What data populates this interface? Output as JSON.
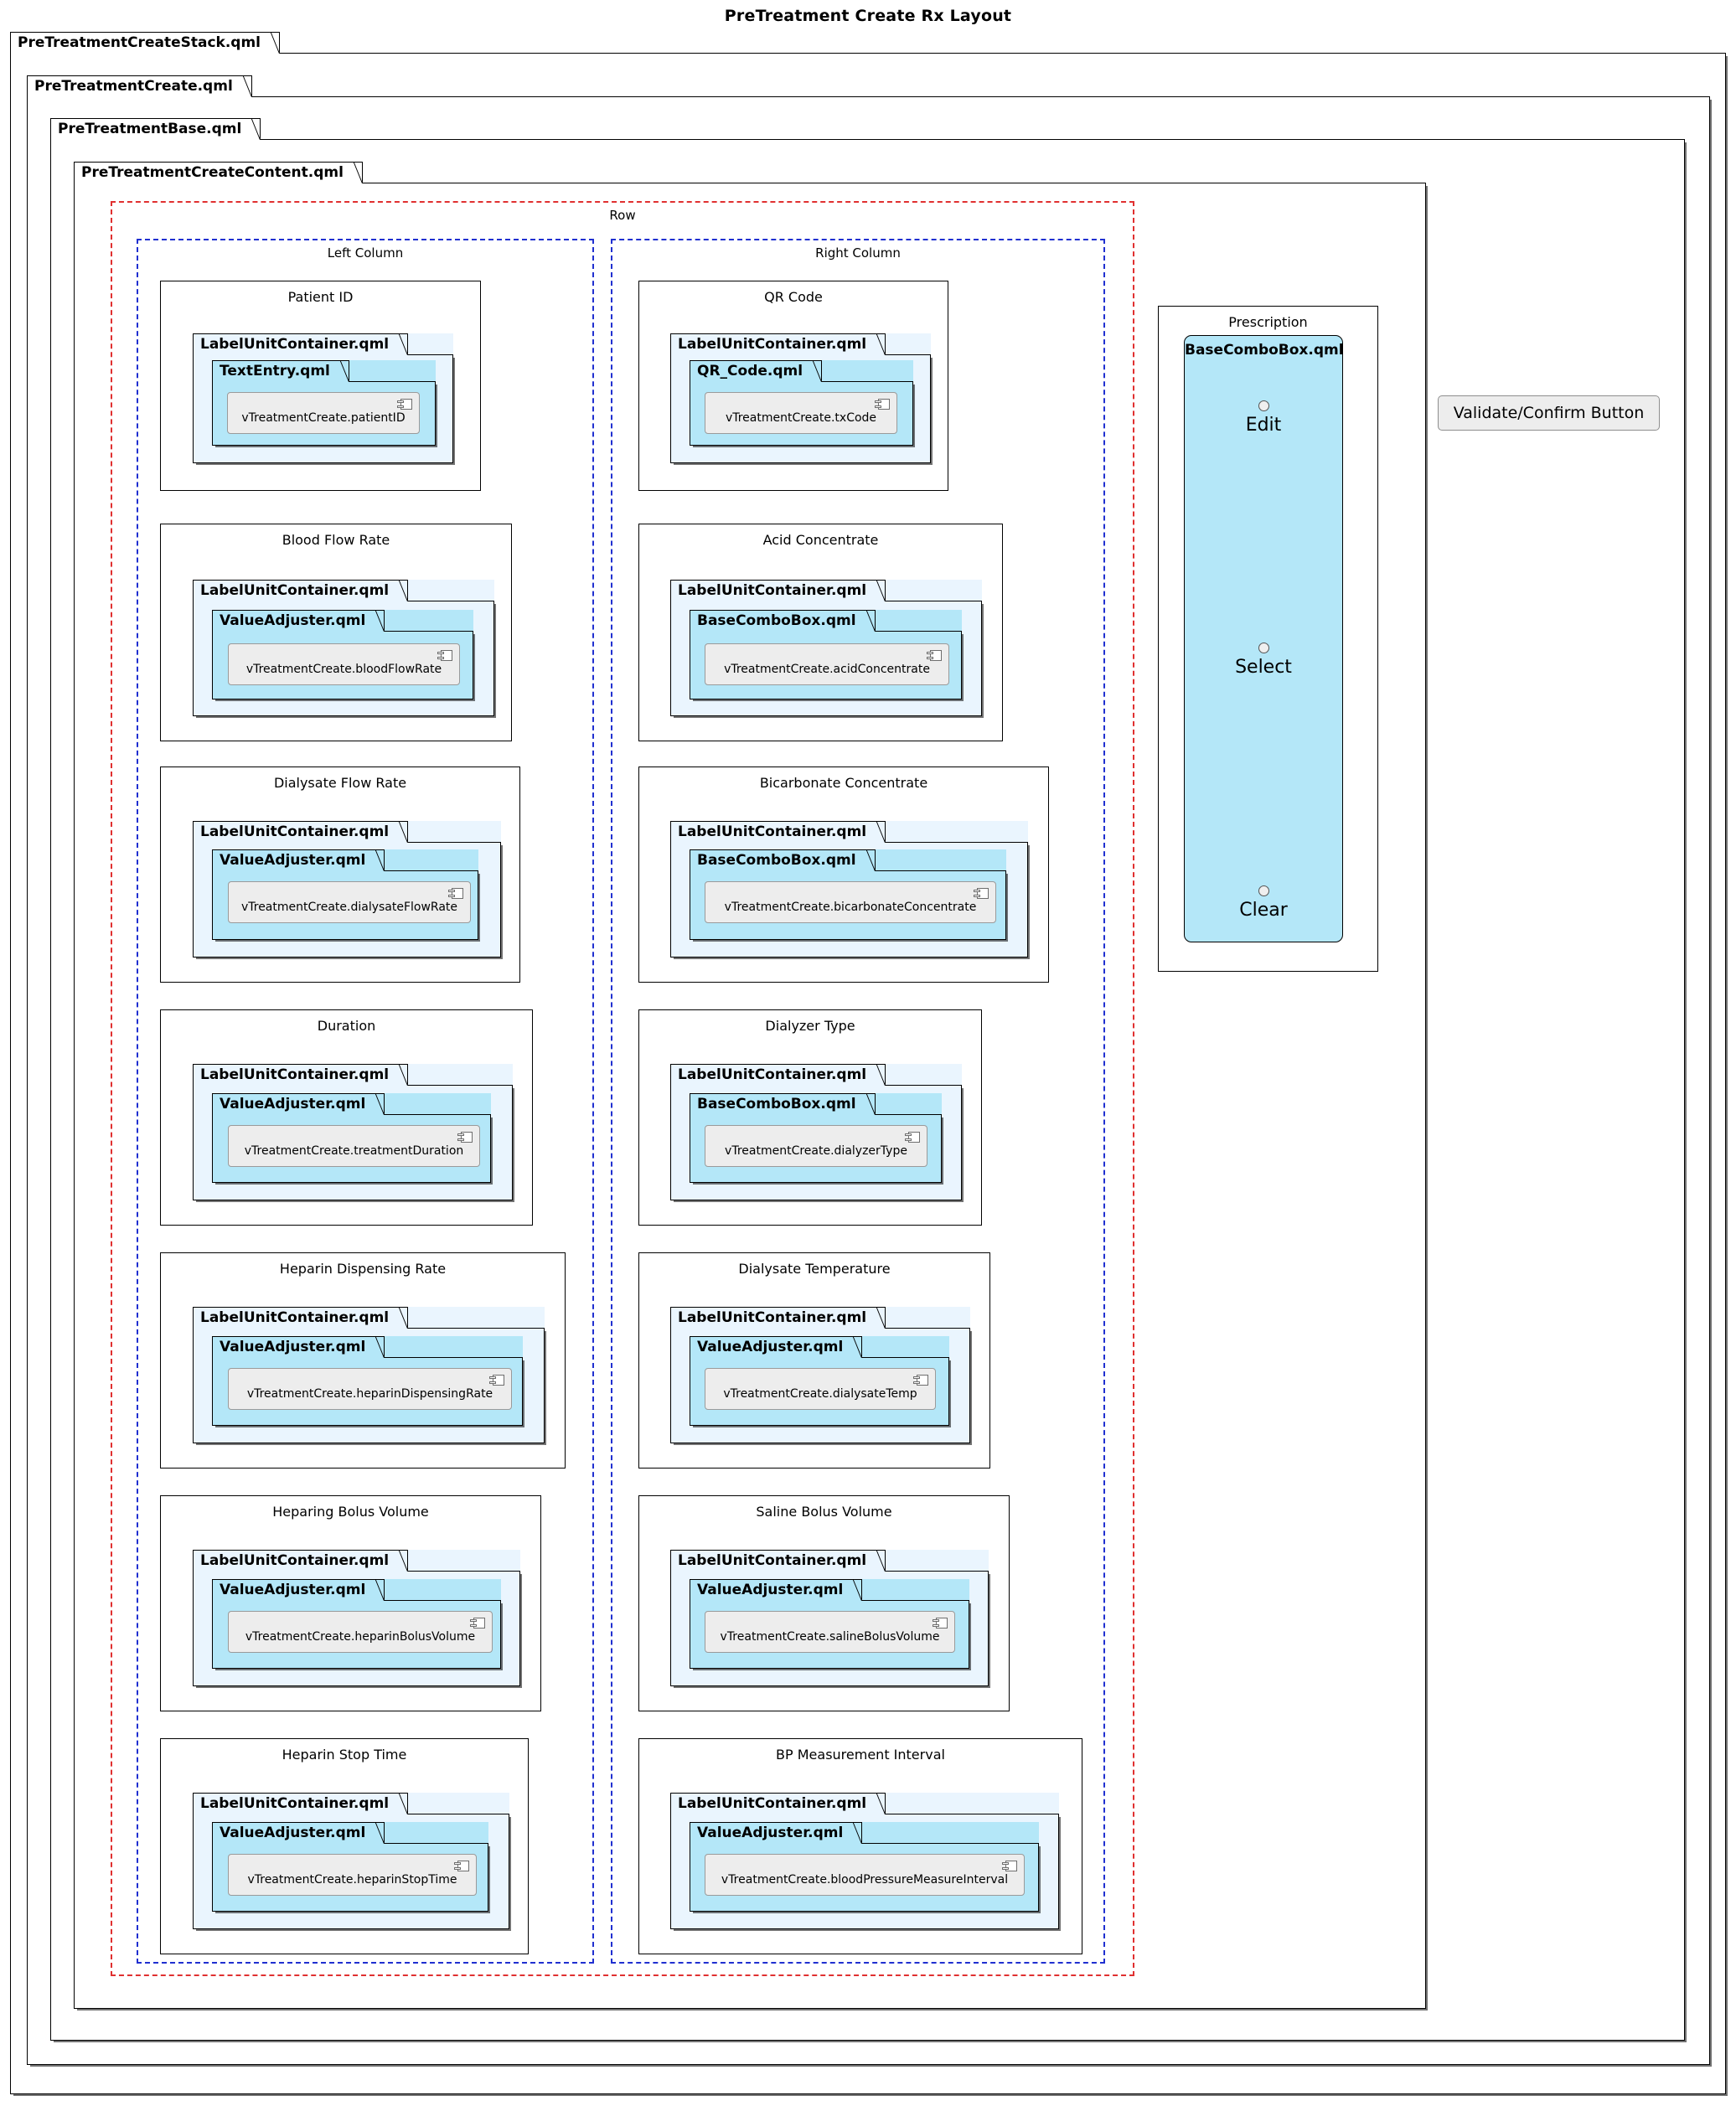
{
  "diagram": {
    "title": "PreTreatment Create Rx Layout"
  },
  "packages": {
    "stack": "PreTreatmentCreateStack.qml",
    "create": "PreTreatmentCreate.qml",
    "base": "PreTreatmentBase.qml",
    "content": "PreTreatmentCreateContent.qml"
  },
  "groups": {
    "row": "Row",
    "left_column": "Left Column",
    "right_column": "Right Column"
  },
  "common": {
    "label_unit_container": "LabelUnitContainer.qml",
    "value_adjuster": "ValueAdjuster.qml",
    "base_combo_box": "BaseComboBox.qml",
    "text_entry": "TextEntry.qml",
    "qr_code_qml": "QR_Code.qml"
  },
  "left_column_fields": [
    {
      "title": "Patient ID",
      "outer": "LabelUnitContainer.qml",
      "inner": "TextEntry.qml",
      "component": "vTreatmentCreate.patientID"
    },
    {
      "title": "Blood Flow Rate",
      "outer": "LabelUnitContainer.qml",
      "inner": "ValueAdjuster.qml",
      "component": "vTreatmentCreate.bloodFlowRate"
    },
    {
      "title": "Dialysate Flow Rate",
      "outer": "LabelUnitContainer.qml",
      "inner": "ValueAdjuster.qml",
      "component": "vTreatmentCreate.dialysateFlowRate"
    },
    {
      "title": "Duration",
      "outer": "LabelUnitContainer.qml",
      "inner": "ValueAdjuster.qml",
      "component": "vTreatmentCreate.treatmentDuration"
    },
    {
      "title": "Heparin Dispensing Rate",
      "outer": "LabelUnitContainer.qml",
      "inner": "ValueAdjuster.qml",
      "component": "vTreatmentCreate.heparinDispensingRate"
    },
    {
      "title": "Heparing Bolus Volume",
      "outer": "LabelUnitContainer.qml",
      "inner": "ValueAdjuster.qml",
      "component": "vTreatmentCreate.heparinBolusVolume"
    },
    {
      "title": "Heparin Stop Time",
      "outer": "LabelUnitContainer.qml",
      "inner": "ValueAdjuster.qml",
      "component": "vTreatmentCreate.heparinStopTime"
    }
  ],
  "right_column_fields": [
    {
      "title": "QR Code",
      "outer": "LabelUnitContainer.qml",
      "inner": "QR_Code.qml",
      "component": "vTreatmentCreate.txCode"
    },
    {
      "title": "Acid Concentrate",
      "outer": "LabelUnitContainer.qml",
      "inner": "BaseComboBox.qml",
      "component": "vTreatmentCreate.acidConcentrate"
    },
    {
      "title": "Bicarbonate Concentrate",
      "outer": "LabelUnitContainer.qml",
      "inner": "BaseComboBox.qml",
      "component": "vTreatmentCreate.bicarbonateConcentrate"
    },
    {
      "title": "Dialyzer Type",
      "outer": "LabelUnitContainer.qml",
      "inner": "BaseComboBox.qml",
      "component": "vTreatmentCreate.dialyzerType"
    },
    {
      "title": "Dialysate Temperature",
      "outer": "LabelUnitContainer.qml",
      "inner": "ValueAdjuster.qml",
      "component": "vTreatmentCreate.dialysateTemp"
    },
    {
      "title": "Saline Bolus Volume",
      "outer": "LabelUnitContainer.qml",
      "inner": "ValueAdjuster.qml",
      "component": "vTreatmentCreate.salineBolusVolume"
    },
    {
      "title": "BP Measurement Interval",
      "outer": "LabelUnitContainer.qml",
      "inner": "ValueAdjuster.qml",
      "component": "vTreatmentCreate.bloodPressureMeasureInterval"
    }
  ],
  "prescription": {
    "title": "Prescription",
    "combo_title": "BaseComboBox.qml",
    "options": [
      "Edit",
      "Select",
      "Clear"
    ]
  },
  "actions": {
    "validate_confirm": "Validate/Confirm Button"
  },
  "colors": {
    "package_pale": "#eaf5fe",
    "package_cyan": "#b4e7f8",
    "component_grey": "#ededed",
    "row_frame": "#e03030",
    "column_frame": "#2030d0",
    "stroke": "#000000"
  }
}
